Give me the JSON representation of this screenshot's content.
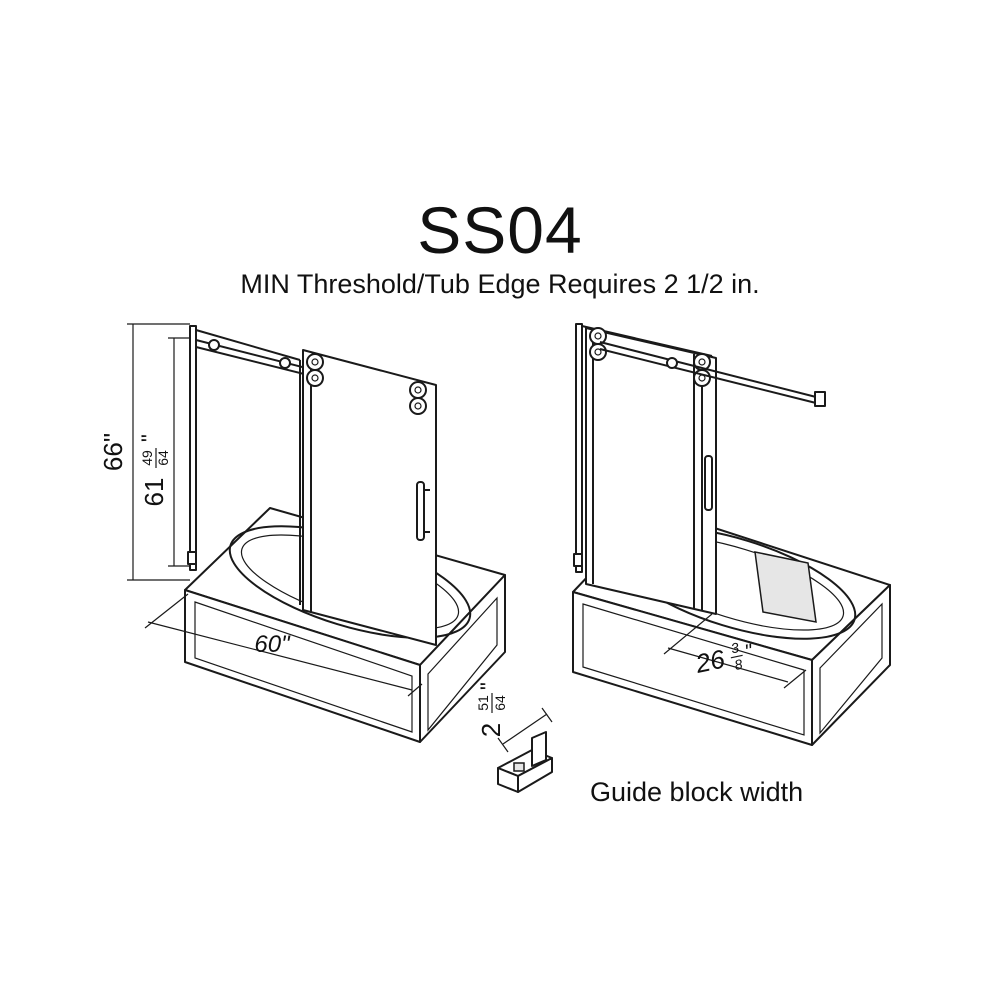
{
  "title": "SS04",
  "subtitle": "MIN Threshold/Tub Edge Requires 2 1/2 in.",
  "caption": "Guide block width",
  "dimensions": {
    "total_height": "66\"",
    "panel_height_whole": "61",
    "panel_height_num": "49",
    "panel_height_den": "64",
    "panel_height_unit": "\"",
    "tub_length": "60\"",
    "opening_whole": "26",
    "opening_num": "3",
    "opening_den": "8",
    "opening_unit": "\"",
    "guide_whole": "2",
    "guide_num": "51",
    "guide_den": "64",
    "guide_unit": "\""
  },
  "colors": {
    "line": "#1a1a1a",
    "background": "#ffffff"
  }
}
